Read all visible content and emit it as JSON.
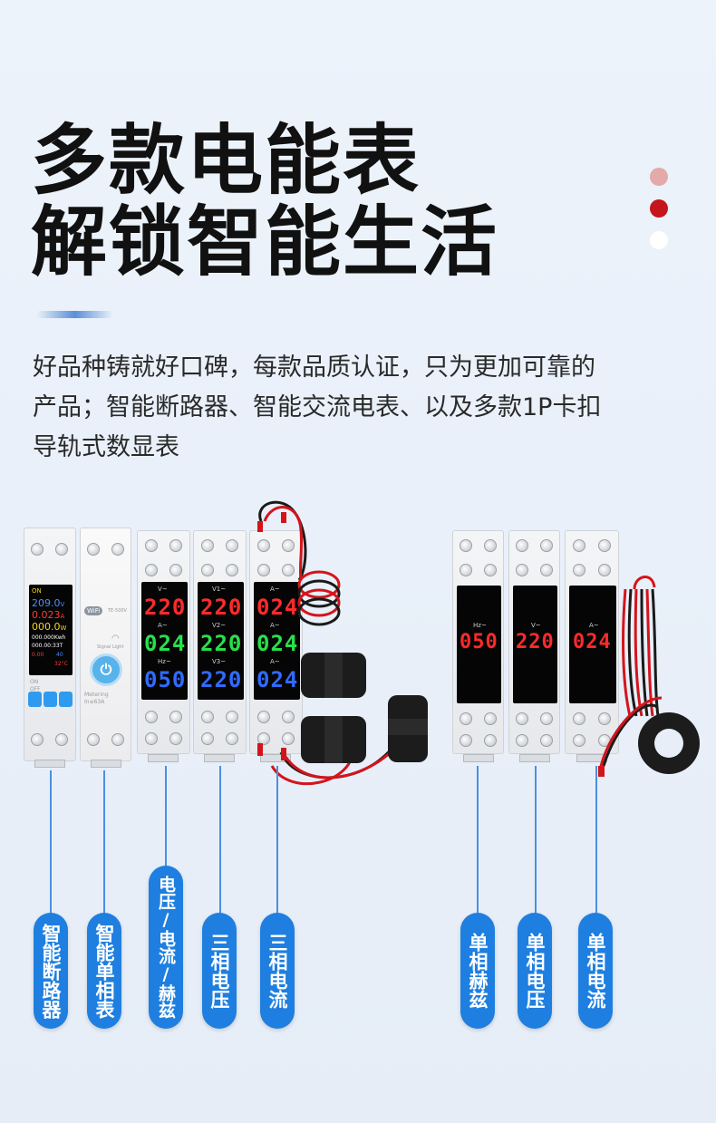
{
  "headline": {
    "line1": "多款电能表",
    "line2": "解锁智能生活"
  },
  "dots": [
    "#e4a9a9",
    "#c4161c",
    "#ffffff"
  ],
  "description": "好品种铸就好口碑，每款品质认证，只为更加可靠的产品；智能断路器、智能交流电表、以及多款1P卡扣导轨式数显表",
  "colors": {
    "accent": "#1f7fe0",
    "seg_red": "#ff2a2a",
    "seg_green": "#28e04a",
    "seg_blue": "#2f6bff"
  },
  "breaker": {
    "on": "ON",
    "voltage": "209.0",
    "voltage_unit": "V",
    "current": "0.023",
    "current_unit": "A",
    "power": "000.0",
    "power_unit": "W",
    "energy": "000.000",
    "energy_unit": "Kwh",
    "time": "000.00:33",
    "time_unit": "T",
    "row6_left": "0.00",
    "row6_right": "40",
    "temp": "32",
    "temp_unit": "°C",
    "on_label": "ON",
    "off_label": "OFF"
  },
  "single_meter": {
    "wifi": "WiFi",
    "spec": "TE-500V",
    "metering": "Metering",
    "rating": "In≤63A",
    "signal": "Signal Light"
  },
  "meters": {
    "vah": {
      "labels": [
        "V~",
        "A~",
        "Hz~"
      ],
      "values": [
        "220",
        "024",
        "050"
      ]
    },
    "v3": {
      "labels": [
        "V1~",
        "V2~",
        "V3~"
      ],
      "values": [
        "220",
        "220",
        "220"
      ]
    },
    "a3": {
      "labels": [
        "A~",
        "A~",
        "A~"
      ],
      "values": [
        "024",
        "024",
        "024"
      ]
    },
    "hz": {
      "label": "Hz~",
      "value": "050"
    },
    "v": {
      "label": "V~",
      "value": "220"
    },
    "a": {
      "label": "A~",
      "value": "024"
    }
  },
  "labels": [
    "智能断路器",
    "智能单相表",
    "电压/电流/赫兹",
    "三相电压",
    "三相电流",
    "单相赫兹",
    "单相电压",
    "单相电流"
  ]
}
